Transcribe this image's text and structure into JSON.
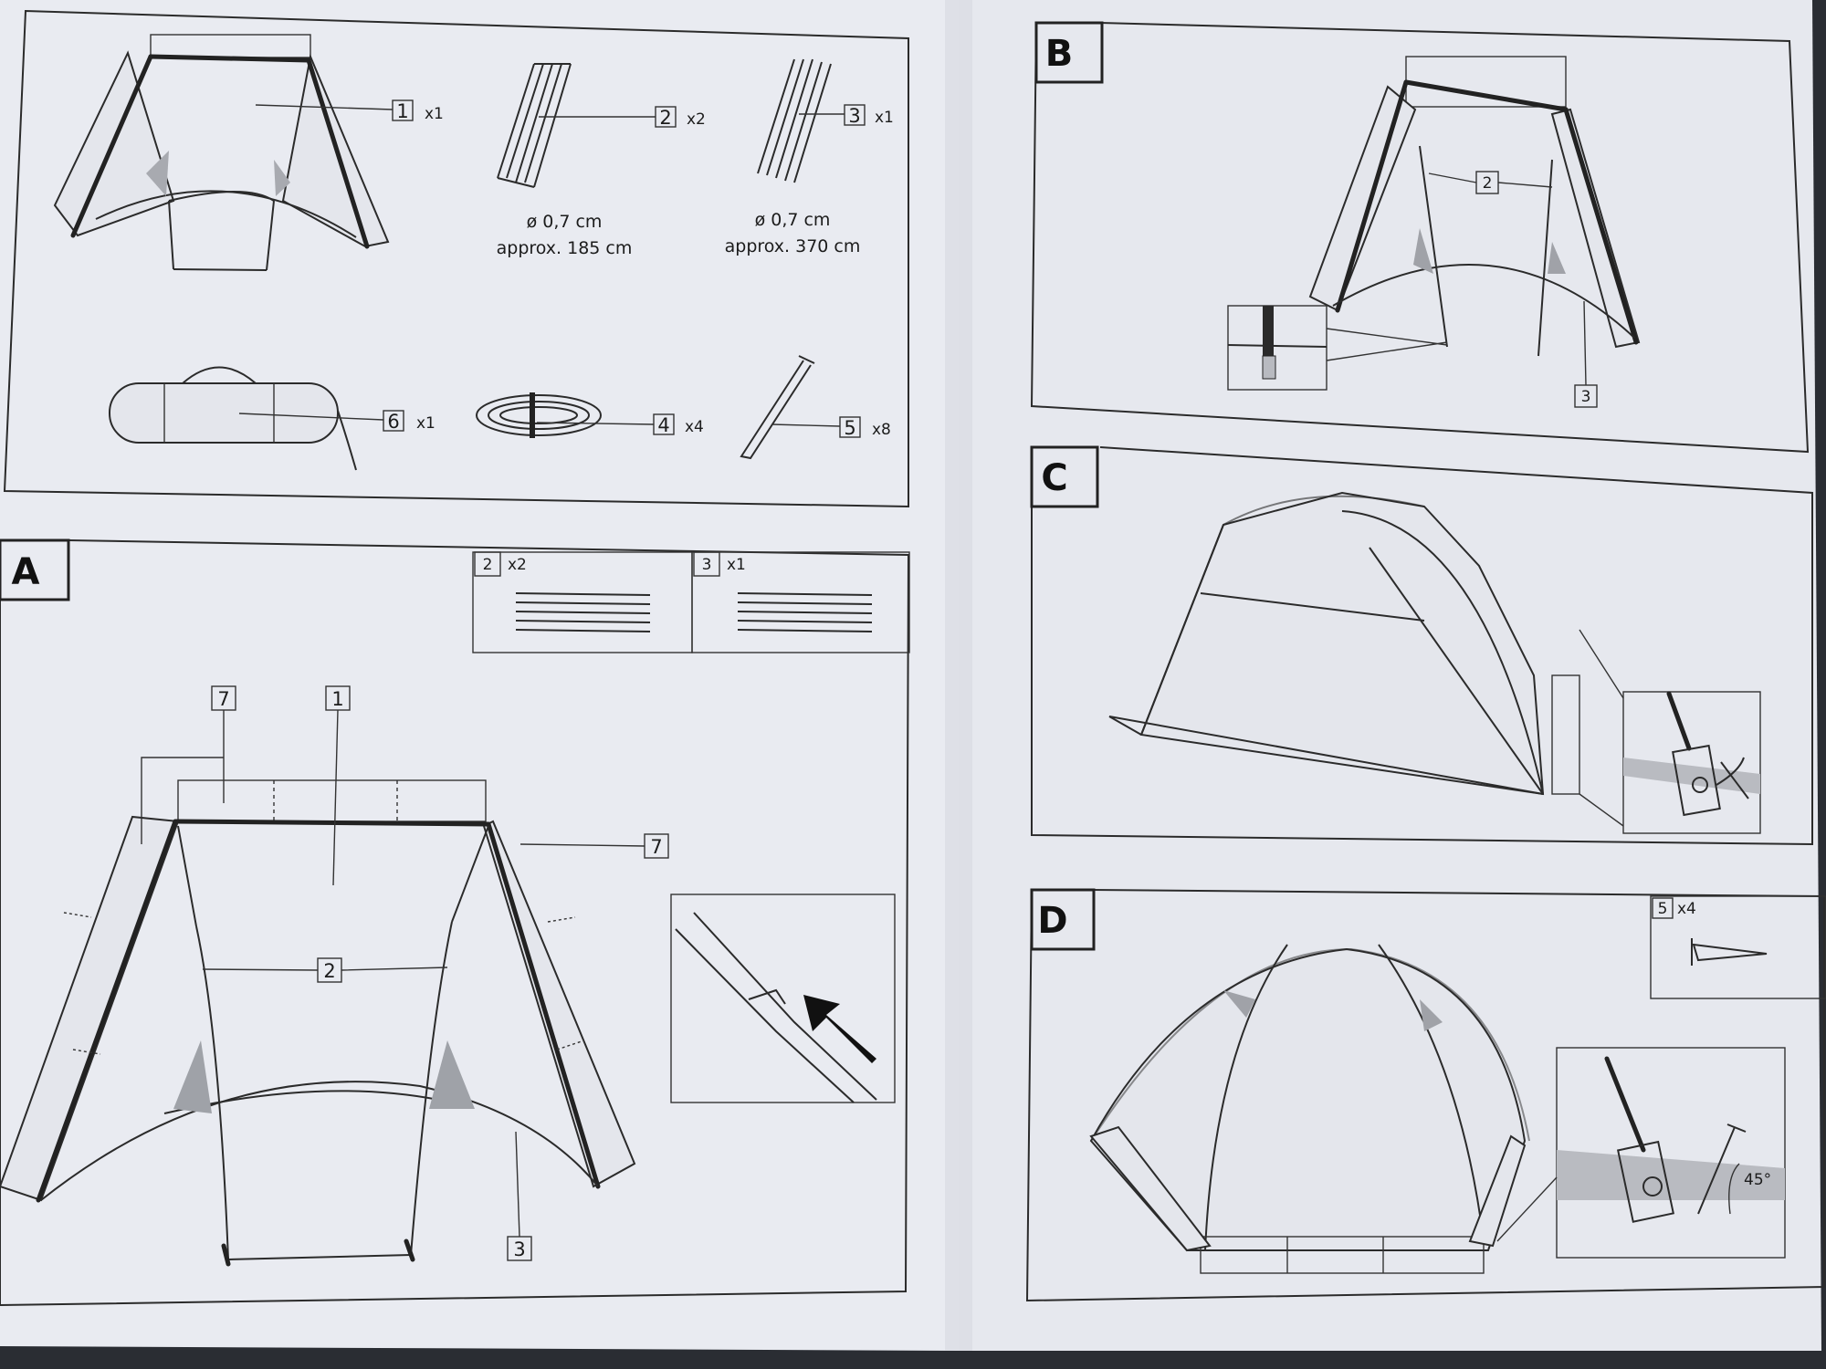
{
  "parts": [
    {
      "num": "1",
      "qty": "x1"
    },
    {
      "num": "2",
      "qty": "x2",
      "diameter": "ø 0,7 cm",
      "length": "approx. 185 cm"
    },
    {
      "num": "3",
      "qty": "x1",
      "diameter": "ø 0,7 cm",
      "length": "approx. 370 cm"
    },
    {
      "num": "6",
      "qty": "x1"
    },
    {
      "num": "4",
      "qty": "x4"
    },
    {
      "num": "5",
      "qty": "x8"
    }
  ],
  "step_a": {
    "letter": "A",
    "pole_box_2": {
      "num": "2",
      "qty": "x2"
    },
    "pole_box_3": {
      "num": "3",
      "qty": "x1"
    },
    "callouts": [
      "7",
      "1",
      "7",
      "2",
      "3"
    ]
  },
  "step_b": {
    "letter": "B",
    "callouts": [
      "2",
      "3"
    ]
  },
  "step_c": {
    "letter": "C"
  },
  "step_d": {
    "letter": "D",
    "peg_box": {
      "num": "5",
      "qty": "x4"
    },
    "angle": "45°"
  }
}
